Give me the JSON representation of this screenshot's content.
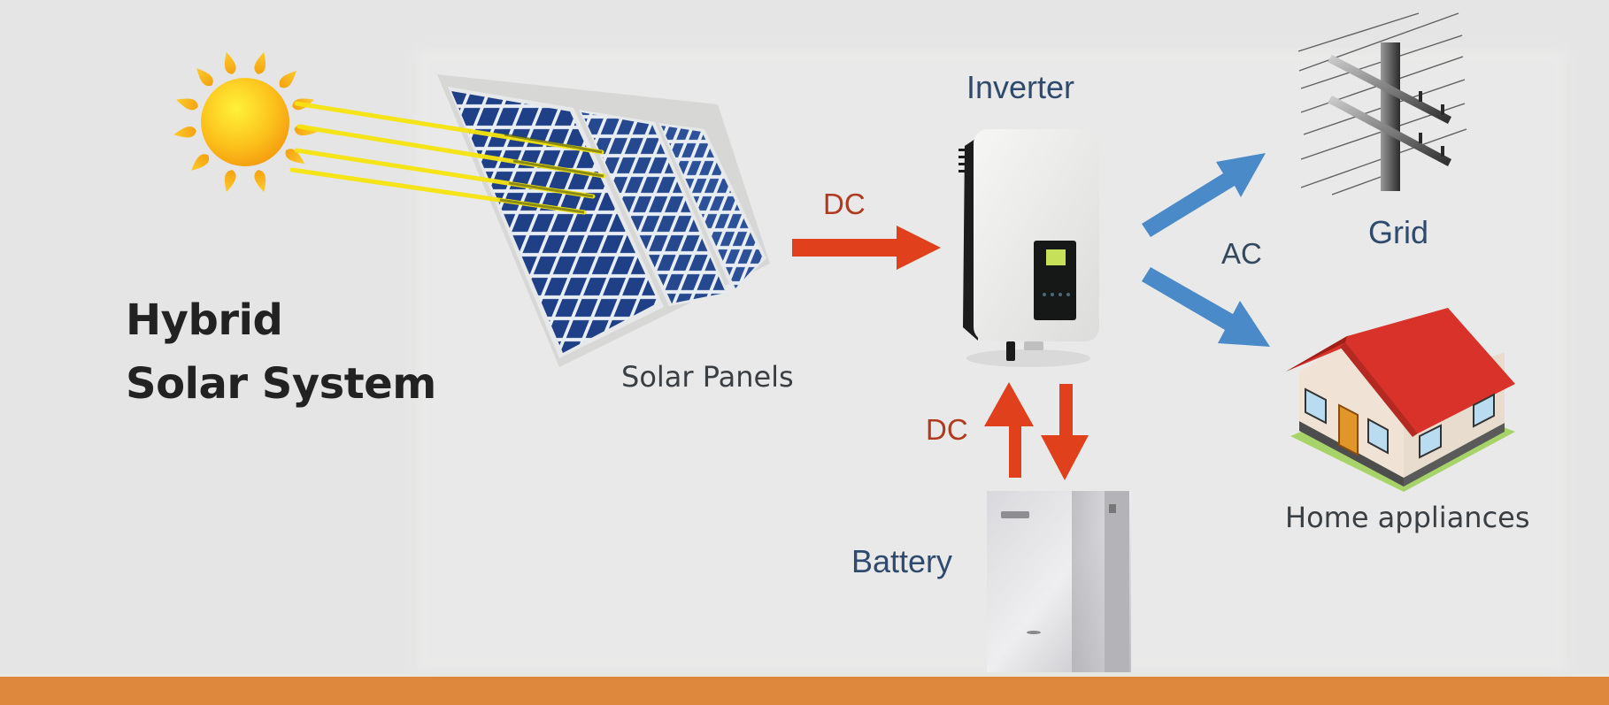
{
  "title": {
    "line1": "Hybrid",
    "line2": "Solar System"
  },
  "components": {
    "sun": {
      "icon": "sun-icon"
    },
    "solar_panels": {
      "label": "Solar Panels",
      "icon": "solar-panel-icon"
    },
    "inverter": {
      "label": "Inverter",
      "icon": "inverter-icon"
    },
    "grid": {
      "label": "Grid",
      "icon": "power-pole-icon"
    },
    "home": {
      "label": "Home appliances",
      "icon": "house-icon"
    },
    "battery": {
      "label": "Battery",
      "icon": "battery-icon"
    }
  },
  "flows": {
    "panels_to_inverter": {
      "label": "DC",
      "color": "#e0401c"
    },
    "inverter_battery": {
      "label": "DC",
      "color": "#e0401c"
    },
    "inverter_outputs": {
      "label": "AC",
      "color": "#4a8ac8"
    }
  },
  "colors": {
    "background": "#e5e5e5",
    "footer_bar": "#de883e",
    "title_text": "#222222",
    "label_blue": "#2f4a6d",
    "dc_label": "#b03a1e",
    "sun": "#fbb515",
    "sun_beam": "#f7e214",
    "panel_cell": "#1e3f86",
    "roof": "#d8322a"
  }
}
